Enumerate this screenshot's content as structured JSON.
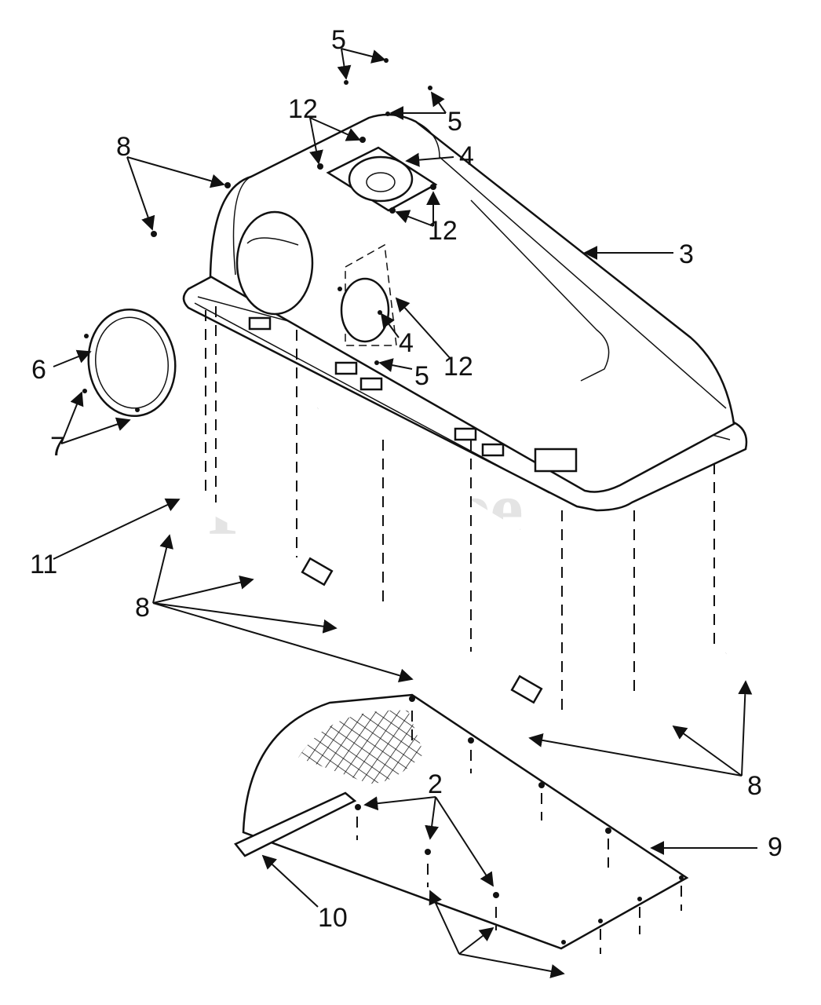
{
  "watermark": "PartsTree",
  "callouts": {
    "c5a": "5",
    "c5b": "5",
    "c5c": "5",
    "c12a": "12",
    "c12b": "12",
    "c12c": "12",
    "c4a": "4",
    "c4b": "4",
    "c3": "3",
    "c8a": "8",
    "c8b": "8",
    "c8c": "8",
    "c6": "6",
    "c7": "7",
    "c11": "11",
    "c2": "2",
    "c9": "9",
    "c10": "10"
  }
}
